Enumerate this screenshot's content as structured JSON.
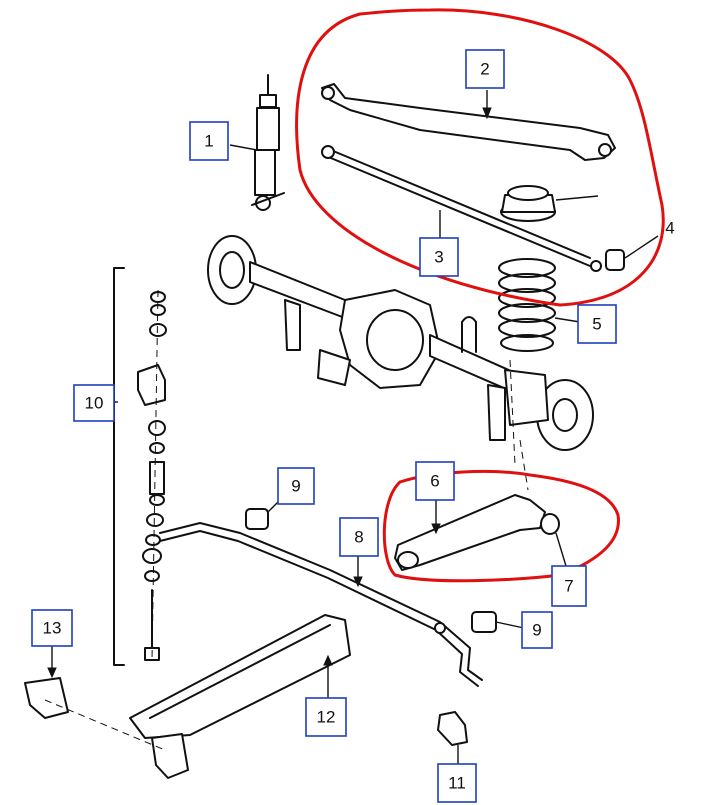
{
  "diagram": {
    "callouts": [
      {
        "id": "c1",
        "label": "1"
      },
      {
        "id": "c2",
        "label": "2"
      },
      {
        "id": "c3",
        "label": "3"
      },
      {
        "id": "c4",
        "label": "4"
      },
      {
        "id": "c5",
        "label": "5"
      },
      {
        "id": "c6",
        "label": "6"
      },
      {
        "id": "c7",
        "label": "7"
      },
      {
        "id": "c8",
        "label": "8"
      },
      {
        "id": "c9a",
        "label": "9"
      },
      {
        "id": "c9b",
        "label": "9"
      },
      {
        "id": "c10",
        "label": "10"
      },
      {
        "id": "c11",
        "label": "11"
      },
      {
        "id": "c12",
        "label": "12"
      },
      {
        "id": "c13",
        "label": "13"
      }
    ],
    "colors": {
      "markup": "#e01010",
      "callout_border": "#1f3fbf",
      "line_art": "#111111",
      "background": "#ffffff"
    }
  }
}
